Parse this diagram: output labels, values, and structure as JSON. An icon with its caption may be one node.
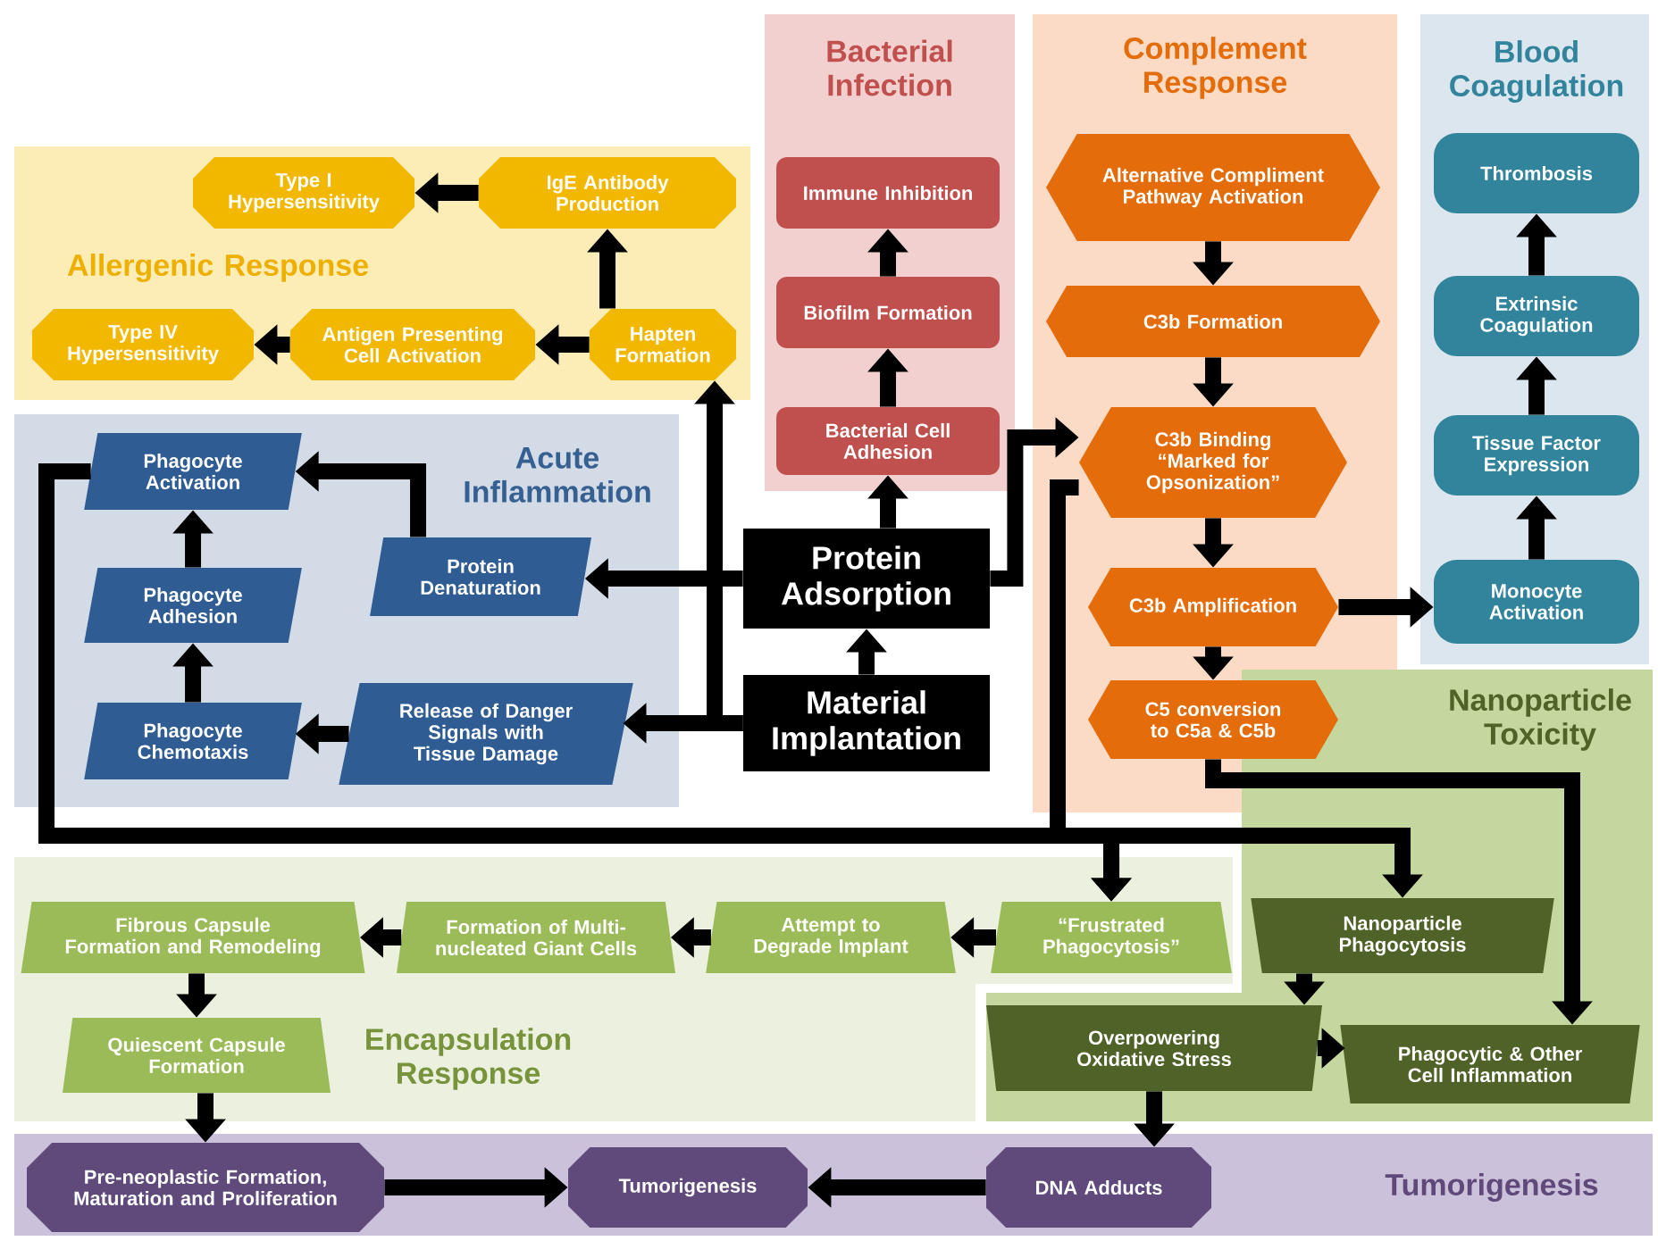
{
  "diagram": {
    "nodes": [
      {
        "text": [
          "Allergenic Response"
        ]
      },
      {
        "text": [
          "Type I Hypersensitivity"
        ],
        "in": 0
      },
      {
        "text": [
          "IgE Antibody Production"
        ],
        "in": 0
      },
      {
        "text": [
          "Type IV Hypersensitivity"
        ],
        "in": 0
      },
      {
        "text": [
          "Antigen Presenting Cell Activation"
        ],
        "in": 0
      },
      {
        "text": [
          "Hapten Formation"
        ],
        "in": 0
      },
      {
        "text": [
          "Bacterial Infection"
        ]
      },
      {
        "text": [
          "Immune Inhibition"
        ],
        "in": 6
      },
      {
        "text": [
          "Biofilm Formation"
        ],
        "in": 6
      },
      {
        "text": [
          "Bacterial Cell Adhesion"
        ],
        "in": 6
      },
      {
        "text": [
          "Complement Response"
        ]
      },
      {
        "text": [
          "Alternative Compliment Pathway Activation"
        ],
        "in": 10
      },
      {
        "text": [
          "C3b Formation"
        ],
        "in": 10
      },
      {
        "text": [
          "C3b Binding “Marked for Opsonization”"
        ],
        "in": 10
      },
      {
        "text": [
          "C3b Amplification"
        ],
        "in": 10
      },
      {
        "text": [
          "C5 conversion to C5a & C5b"
        ],
        "in": 10
      },
      {
        "text": [
          "Blood Coagulation"
        ]
      },
      {
        "text": [
          "Thrombosis"
        ],
        "in": 16
      },
      {
        "text": [
          "Extrinsic Coagulation"
        ],
        "in": 16
      },
      {
        "text": [
          "Tissue Factor Expression"
        ],
        "in": 16
      },
      {
        "text": [
          "Monocyte Activation"
        ],
        "in": 16
      },
      {
        "text": [
          "Acute Inflammation"
        ]
      },
      {
        "text": [
          "Phagocyte Activation"
        ],
        "in": 21
      },
      {
        "text": [
          "Protein Denaturation"
        ],
        "in": 21
      },
      {
        "text": [
          "Phagocyte Adhesion"
        ],
        "in": 21
      },
      {
        "text": [
          "Phagocyte Chemotaxis"
        ],
        "in": 21
      },
      {
        "text": [
          "Release of Danger Signals with Tissue Damage"
        ],
        "in": 21
      },
      {
        "text": [
          "Protein Adsorption"
        ]
      },
      {
        "text": [
          "Material Implantation"
        ]
      },
      {
        "text": [
          "Nanoparticle Toxicity"
        ]
      },
      {
        "text": [
          "Nanoparticle Phagocytosis"
        ],
        "in": 29
      },
      {
        "text": [
          "Overpowering Oxidative Stress"
        ],
        "in": 29
      },
      {
        "text": [
          "Phagocytic & Other Cell Inflammation"
        ],
        "in": 29
      },
      {
        "text": [
          "Encapsulation Response"
        ]
      },
      {
        "text": [
          "Fibrous Capsule Formation and Remodeling"
        ],
        "in": 33
      },
      {
        "text": [
          "Formation of Multi-nucleated Giant Cells"
        ],
        "in": 33
      },
      {
        "text": [
          "Attempt to Degrade Implant"
        ],
        "in": 33
      },
      {
        "text": [
          "“Frustrated Phagocytosis”"
        ],
        "in": 33
      },
      {
        "text": [
          "Quiescent Capsule Formation"
        ],
        "in": 33
      },
      {
        "text": [
          "Tumorigenesis"
        ]
      },
      {
        "text": [
          "Pre-neoplastic Formation, Maturation and Proliferation"
        ],
        "in": 39
      },
      {
        "text": [
          "Tumorigenesis"
        ],
        "in": 39
      },
      {
        "text": [
          "DNA Adducts"
        ],
        "in": 39
      }
    ],
    "edges": [
      {
        "from": 28,
        "to": 27,
        "arrow": "to"
      },
      {
        "from": 27,
        "to": 9,
        "arrow": "to"
      },
      {
        "from": 9,
        "to": 8,
        "arrow": "to"
      },
      {
        "from": 8,
        "to": 7,
        "arrow": "to"
      },
      {
        "from": 28,
        "to": 26,
        "arrow": "to"
      },
      {
        "from": 28,
        "to": 5,
        "arrow": "to"
      },
      {
        "from": 27,
        "to": 23,
        "arrow": "to"
      },
      {
        "from": 27,
        "to": 13,
        "arrow": "to"
      },
      {
        "from": 5,
        "to": 2,
        "arrow": "to"
      },
      {
        "from": 5,
        "to": 4,
        "arrow": "to"
      },
      {
        "from": 2,
        "to": 1,
        "arrow": "to"
      },
      {
        "from": 4,
        "to": 3,
        "arrow": "to"
      },
      {
        "from": 23,
        "to": 22,
        "arrow": "to"
      },
      {
        "from": 26,
        "to": 25,
        "arrow": "to"
      },
      {
        "from": 25,
        "to": 24,
        "arrow": "to"
      },
      {
        "from": 24,
        "to": 22,
        "arrow": "to"
      },
      {
        "from": 22,
        "to": 37,
        "arrow": "to"
      },
      {
        "from": 22,
        "to": 30,
        "arrow": "to"
      },
      {
        "from": 13,
        "to": 37,
        "arrow": "to"
      },
      {
        "from": 15,
        "to": 32,
        "arrow": "to"
      },
      {
        "from": 14,
        "to": 20,
        "arrow": "to"
      },
      {
        "from": 11,
        "to": 12,
        "arrow": "to"
      },
      {
        "from": 12,
        "to": 13,
        "arrow": "to"
      },
      {
        "from": 13,
        "to": 14,
        "arrow": "to"
      },
      {
        "from": 14,
        "to": 15,
        "arrow": "to"
      },
      {
        "from": 20,
        "to": 19,
        "arrow": "to"
      },
      {
        "from": 19,
        "to": 18,
        "arrow": "to"
      },
      {
        "from": 18,
        "to": 17,
        "arrow": "to"
      },
      {
        "from": 37,
        "to": 36,
        "arrow": "to"
      },
      {
        "from": 36,
        "to": 35,
        "arrow": "to"
      },
      {
        "from": 35,
        "to": 34,
        "arrow": "to"
      },
      {
        "from": 34,
        "to": 38,
        "arrow": "to"
      },
      {
        "from": 38,
        "to": 40,
        "arrow": "to"
      },
      {
        "from": 40,
        "to": 41,
        "arrow": "to"
      },
      {
        "from": 42,
        "to": 41,
        "arrow": "to"
      },
      {
        "from": 30,
        "to": 31,
        "arrow": "to"
      },
      {
        "from": 31,
        "to": 32,
        "arrow": "to"
      },
      {
        "from": 31,
        "to": 42,
        "arrow": "to"
      }
    ]
  }
}
